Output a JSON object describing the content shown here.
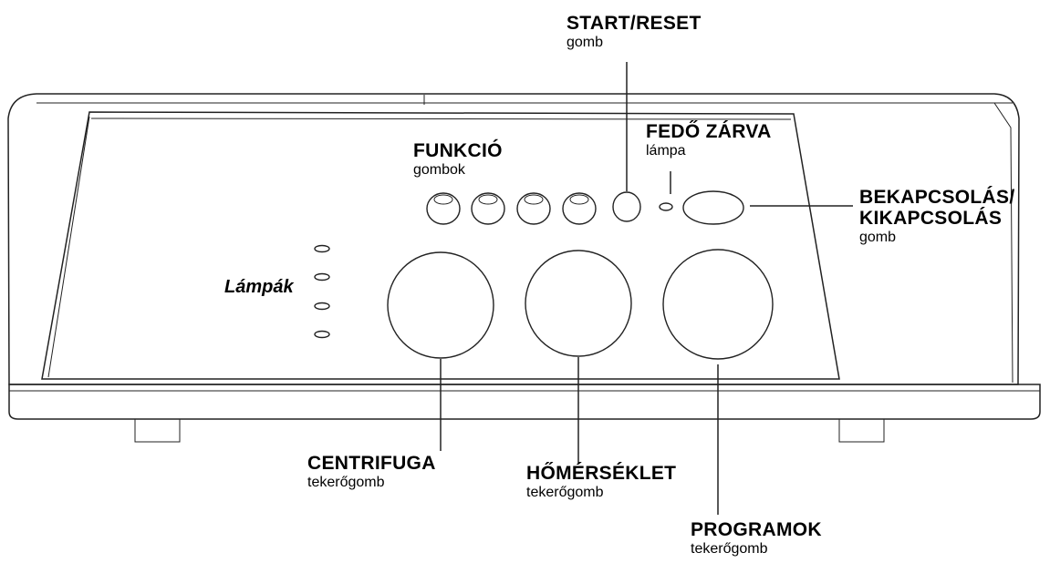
{
  "labels": {
    "start_reset": {
      "title": "START/RESET",
      "sub": "gomb"
    },
    "fedo_zarva": {
      "title": "FEDŐ ZÁRVA",
      "sub": "lámpa"
    },
    "funkcio": {
      "title": "FUNKCIÓ",
      "sub": "gombok"
    },
    "bekapcsolas": {
      "title1": "BEKAPCSOLÁS/",
      "title2": "KIKAPCSOLÁS",
      "sub": "gomb"
    },
    "lampak": "Lámpák",
    "centrifuga": {
      "title": "CENTRIFUGA",
      "sub": "tekerőgomb"
    },
    "homerseklet": {
      "title": "HŐMÉRSÉKLET",
      "sub": "tekerőgomb"
    },
    "programok": {
      "title": "PROGRAMOK",
      "sub": "tekerőgomb"
    }
  },
  "colors": {
    "line": "#222222",
    "background": "#ffffff"
  }
}
